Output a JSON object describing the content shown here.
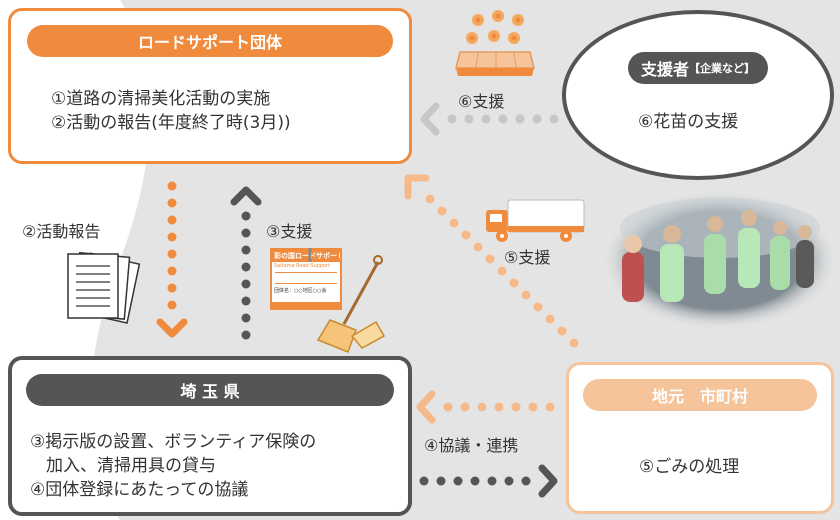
{
  "colors": {
    "orange": "#f08a3c",
    "light_orange": "#f6c49b",
    "dark": "#555555",
    "gray_bg": "#e3e3e3"
  },
  "road_support": {
    "title": "ロードサポート団体",
    "line1": "①道路の清掃美化活動の実施",
    "line2": "②活動の報告(年度終了時(3月))"
  },
  "supporter": {
    "title": "支援者",
    "title_note": "【企業など】",
    "line1": "⑥花苗の支援"
  },
  "prefecture": {
    "title": "埼 玉 県",
    "line1": "③掲示版の設置、ボランティア保険の",
    "line2": "加入、清掃用具の貸与",
    "line3": "④団体登録にあたっての協議"
  },
  "municipality": {
    "title": "地元　市町村",
    "line1": "⑤ごみの処理"
  },
  "arrows": {
    "report": "②活動報告",
    "support3": "③支援",
    "support5": "⑤支援",
    "support6": "⑥支援",
    "consult": "④協議・連携"
  },
  "signboard": {
    "title": "彩の国ロードサポート",
    "subtitle": "Saitama Road Support",
    "group": "団体名：○○地区○○会"
  },
  "icons": [
    "flower-tray-icon",
    "truck-icon",
    "documents-icon",
    "signboard-icon",
    "broom-icon",
    "volunteers-photo"
  ]
}
